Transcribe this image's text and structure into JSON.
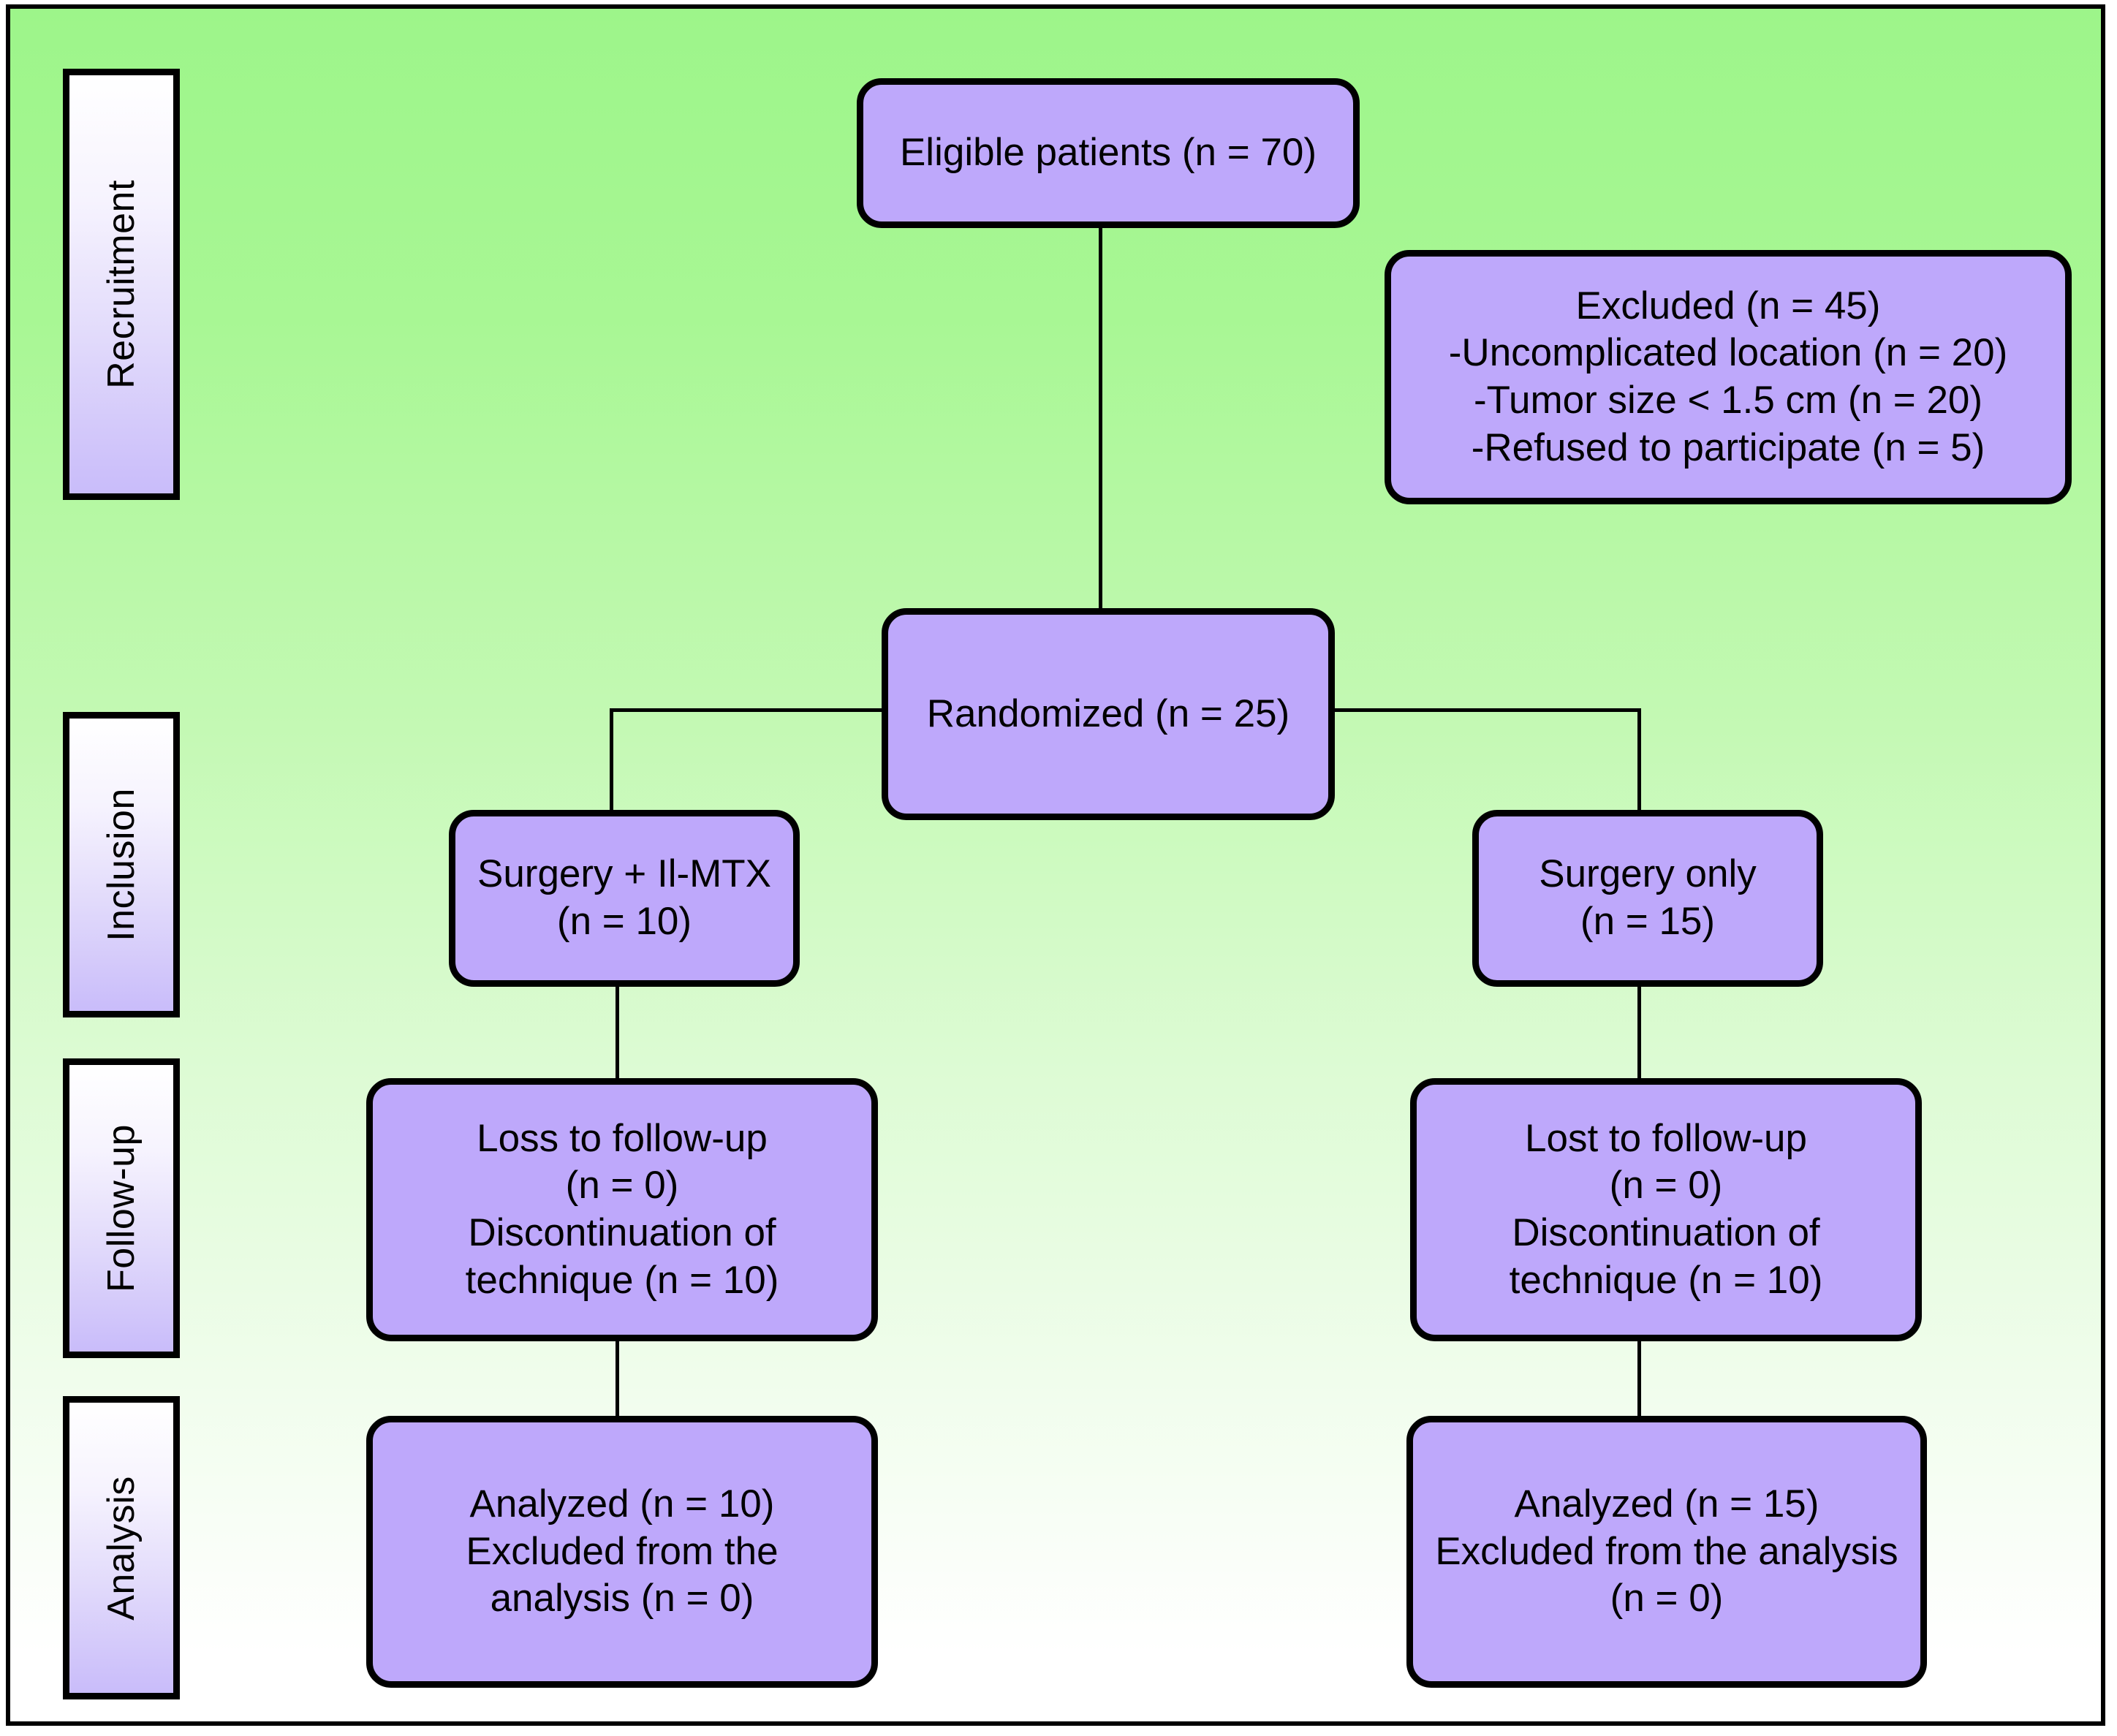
{
  "diagram": {
    "type": "consort-flow-diagram",
    "background_top_color": "#9df58a",
    "background_bottom_color": "#ffffff",
    "node_fill_color": "#bea8fb",
    "node_border_color": "#000000",
    "phase_box_gradient_from": "#ffffff",
    "phase_box_gradient_to": "#c9bcfa"
  },
  "phases": [
    {
      "id": "recruitment",
      "label": "Recruitment"
    },
    {
      "id": "inclusion",
      "label": "Inclusion"
    },
    {
      "id": "followup",
      "label": "Follow-up"
    },
    {
      "id": "analysis",
      "label": "Analysis"
    }
  ],
  "nodes": {
    "eligible": {
      "id": "eligible-patients",
      "lines": [
        "Eligible patients (n = 70)"
      ]
    },
    "excluded": {
      "id": "excluded",
      "lines": [
        "Excluded (n = 45)",
        "-Uncomplicated location (n = 20)",
        "-Tumor size < 1.5 cm (n = 20)",
        "-Refused to participate (n = 5)"
      ]
    },
    "randomized": {
      "id": "randomized",
      "lines": [
        "Randomized (n = 25)"
      ]
    },
    "arm_left": {
      "id": "surgery-plus-il-mtx",
      "lines": [
        "Surgery + Il-MTX",
        "(n = 10)"
      ]
    },
    "arm_right": {
      "id": "surgery-only",
      "lines": [
        "Surgery only",
        "(n = 15)"
      ]
    },
    "followup_left": {
      "id": "followup-left",
      "lines": [
        "Loss to follow-up",
        "(n = 0)",
        "Discontinuation of",
        "technique (n = 10)"
      ]
    },
    "followup_right": {
      "id": "followup-right",
      "lines": [
        "Lost to follow-up",
        "(n = 0)",
        "Discontinuation of",
        "technique (n = 10)"
      ]
    },
    "analysis_left": {
      "id": "analysis-left",
      "lines": [
        "Analyzed (n = 10)",
        "Excluded from the",
        "analysis (n = 0)"
      ]
    },
    "analysis_right": {
      "id": "analysis-right",
      "lines": [
        "Analyzed (n = 15)",
        "Excluded from the analysis",
        "(n = 0)"
      ]
    }
  },
  "chart_data": {
    "type": "diagram",
    "title": "CONSORT participant flow",
    "counts": {
      "eligible": 70,
      "excluded_total": 45,
      "excluded_uncomplicated_location": 20,
      "excluded_tumor_size_lt_1_5cm": 20,
      "excluded_refused_to_participate": 5,
      "randomized": 25,
      "arm_surgery_plus_il_mtx": 10,
      "arm_surgery_only": 15,
      "left_lost_to_followup": 0,
      "left_discontinuation_of_technique": 10,
      "right_lost_to_followup": 0,
      "right_discontinuation_of_technique": 10,
      "left_analyzed": 10,
      "left_excluded_from_analysis": 0,
      "right_analyzed": 15,
      "right_excluded_from_analysis": 0
    }
  }
}
